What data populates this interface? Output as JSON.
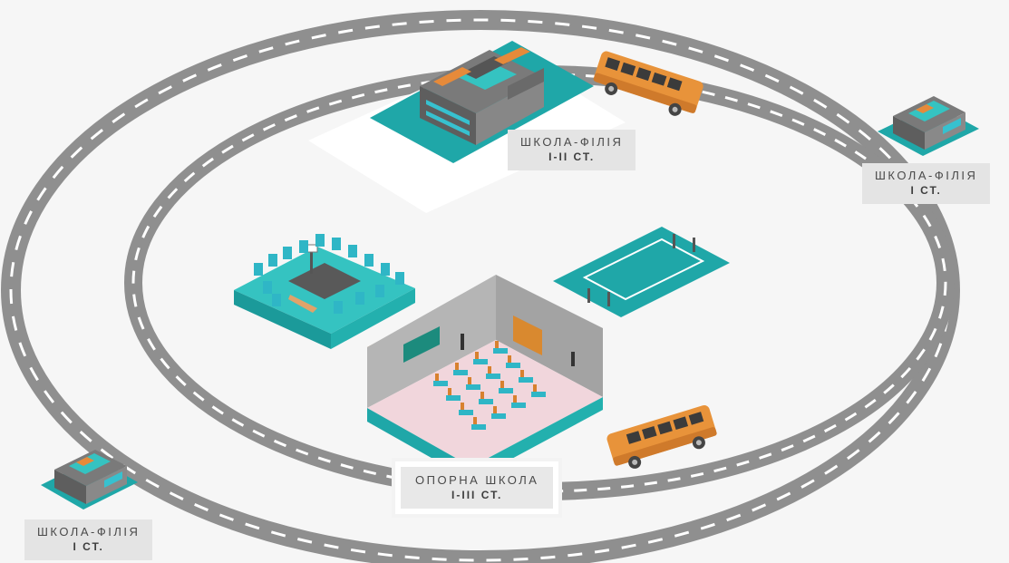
{
  "labels": {
    "branch_top": {
      "line1": "ШКОЛА-ФІЛІЯ",
      "line2": "І-ІІ СТ."
    },
    "branch_right": {
      "line1": "ШКОЛА-ФІЛІЯ",
      "line2": "І СТ."
    },
    "branch_left": {
      "line1": "ШКОЛА-ФІЛІЯ",
      "line2": "І СТ."
    },
    "hub": {
      "line1": "ОПОРНА ШКОЛА",
      "line2": "І-ІІІ СТ."
    }
  },
  "colors": {
    "road": "#8f8f8f",
    "road_dash": "#ffffff",
    "teal": "#1fa7a8",
    "teal_light": "#35c3c1",
    "bus": "#e8933a",
    "building": "#6f6f6f",
    "accent_orange": "#e68a3a"
  },
  "icons": [
    "bus-icon",
    "school-building-icon",
    "playground-icon",
    "sports-field-icon",
    "classroom-icon"
  ]
}
